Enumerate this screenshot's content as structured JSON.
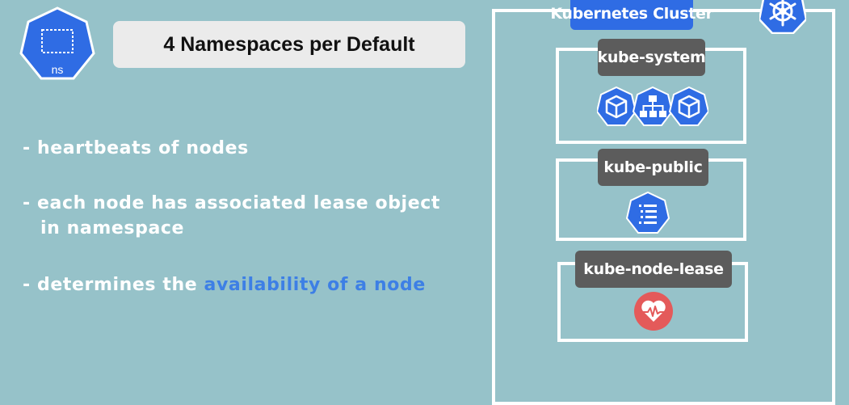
{
  "namespace_icon": {
    "label": "ns"
  },
  "title": "4 Namespaces per Default",
  "bullets": [
    {
      "prefix": "- heartbeats of nodes",
      "highlight": ""
    },
    {
      "prefix": "- each node has associated lease object",
      "highlight": "",
      "continuation": "in namespace"
    },
    {
      "prefix": "- determines the ",
      "highlight": "availability of a node"
    }
  ],
  "cluster": {
    "label": "Kubernetes Cluster",
    "icon": "helm-wheel-icon",
    "namespaces": [
      {
        "label": "kube-system",
        "icons": [
          "cube-icon",
          "hierarchy-icon",
          "cube-icon"
        ]
      },
      {
        "label": "kube-public",
        "icons": [
          "list-icon"
        ]
      },
      {
        "label": "kube-node-lease",
        "icons": [
          "heartbeat-icon"
        ]
      }
    ]
  },
  "colors": {
    "background": "#96c2c9",
    "kubernetes_blue": "#2f6ce4",
    "highlight_text": "#3d7fe5",
    "label_dark": "#5c5c5c",
    "heart_red": "#e45a5a"
  }
}
